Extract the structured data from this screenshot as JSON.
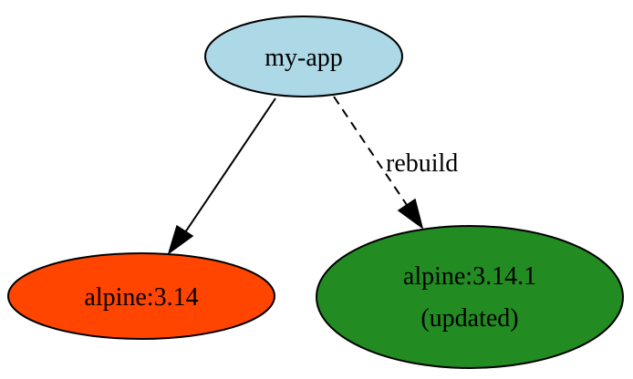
{
  "nodes": {
    "my_app": {
      "label": "my-app",
      "fill": "#add8e6"
    },
    "alpine_314": {
      "label": "alpine:3.14",
      "fill": "#ff4500"
    },
    "alpine_3141": {
      "label_line1": "alpine:3.14.1",
      "label_line2": "(updated)",
      "fill": "#228b22"
    }
  },
  "edges": {
    "my_app_to_alpine_314": {
      "from": "my-app",
      "to": "alpine:3.14",
      "style": "solid"
    },
    "my_app_to_alpine_3141": {
      "from": "my-app",
      "to": "alpine:3.14.1",
      "style": "dashed",
      "label": "rebuild"
    }
  }
}
